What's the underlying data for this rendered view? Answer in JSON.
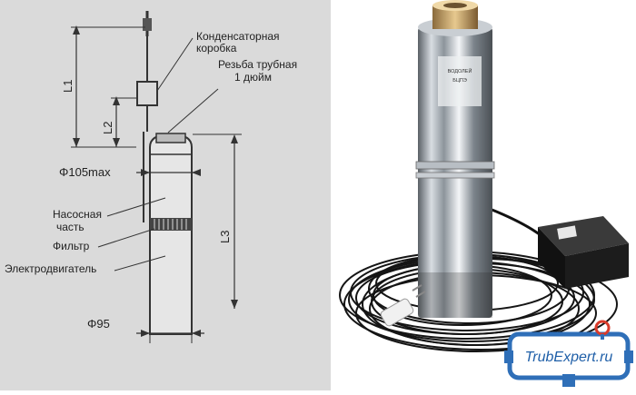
{
  "diagram": {
    "labels": {
      "condenser_box": [
        "Конденсаторная",
        "коробка"
      ],
      "thread": [
        "Резьба трубная",
        "1 дюйм"
      ],
      "L1": "L1",
      "L2": "L2",
      "L3": "L3",
      "diameter_top": "Φ105max",
      "pump_part": [
        "Насосная",
        "часть"
      ],
      "filter": "Фильтр",
      "motor": "Электродвигатель",
      "diameter_bottom": "Φ95"
    }
  },
  "photo": {
    "label_text": [
      "ВОДОЛЕЙ",
      "БЦПЭ"
    ]
  },
  "watermark": {
    "text_part1": "Trub",
    "text_part2": "Expert.ru",
    "colors": {
      "frame": "#2f6fb8",
      "text": "#1f5fa8",
      "accent": "#d93b2b"
    }
  }
}
